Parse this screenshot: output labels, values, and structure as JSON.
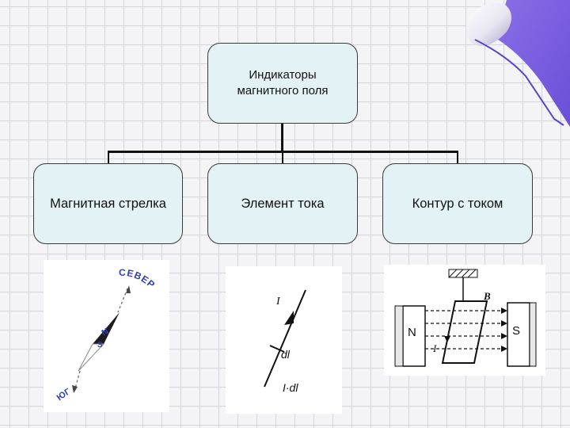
{
  "root": {
    "line1": "Индикаторы",
    "line2": "магнитного поля"
  },
  "children": [
    {
      "label": "Магнитная стрелка"
    },
    {
      "label": "Элемент тока"
    },
    {
      "label": "Контур с током"
    }
  ],
  "compass": {
    "north_label": "СЕВЕР",
    "south_label": "ЮГ",
    "n_mark": "N",
    "s_mark": "S"
  },
  "current_element": {
    "i_label": "I",
    "dl_label": "dl",
    "product_label": "I·dl"
  },
  "current_loop": {
    "field_label": "B",
    "current_label": "I",
    "n_pole": "N",
    "s_pole": "S"
  }
}
